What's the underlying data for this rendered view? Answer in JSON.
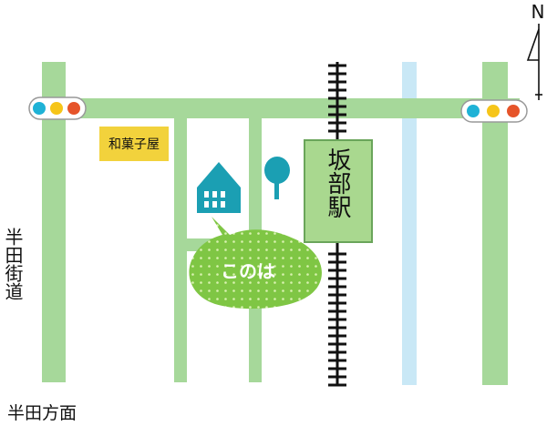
{
  "map": {
    "north_label": "N",
    "shop_label": "和菓子屋",
    "station_label": "坂部駅",
    "destination_label": "このは",
    "road_label_vertical": "半田街道",
    "direction_label": "半田方面",
    "icons": [
      "traffic-light-icon",
      "house-icon",
      "tree-icon",
      "north-arrow-icon"
    ],
    "colors": {
      "road": "#a6d89a",
      "river": "#c9e8f6",
      "shop": "#f2d23c",
      "station": "#a9d88f",
      "station_border": "#6aa55a",
      "building": "#1b9fb3",
      "destination": "#7fc644",
      "railway": "#111111",
      "signal_blue": "#1fb2d6",
      "signal_yellow": "#f6c519",
      "signal_red": "#e6542a"
    }
  }
}
